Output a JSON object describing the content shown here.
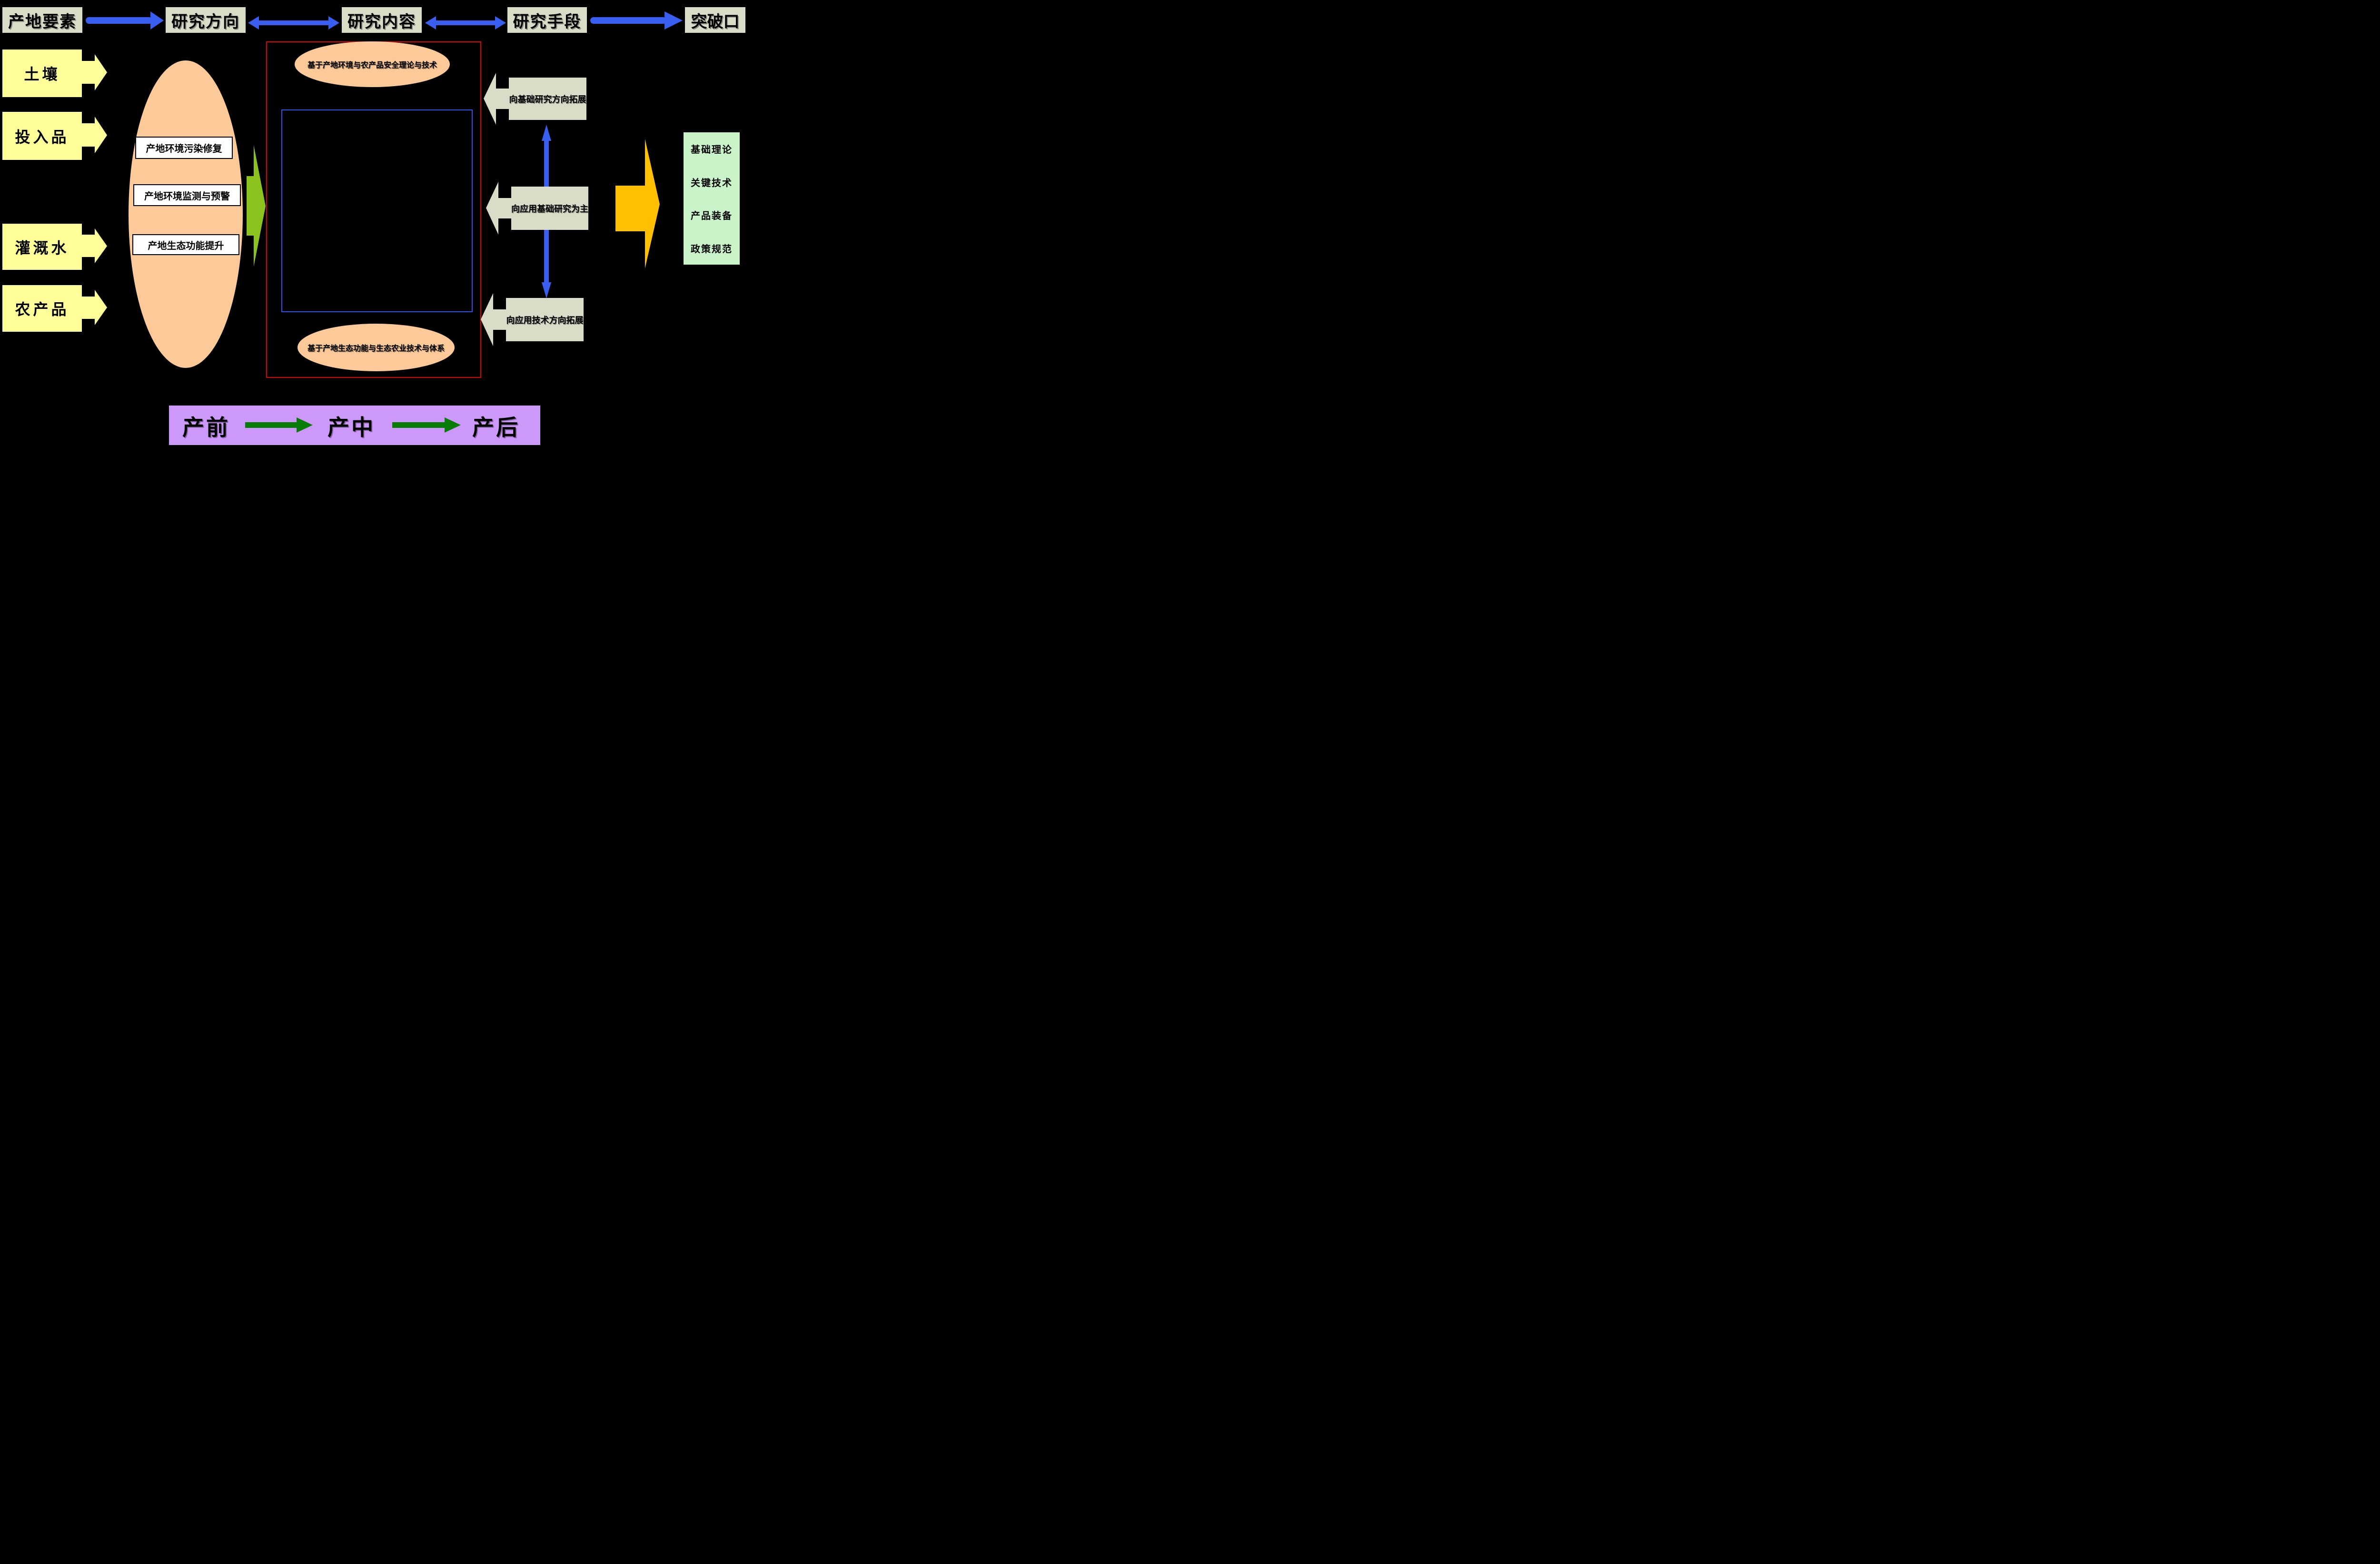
{
  "colors": {
    "bg": "#000000",
    "box_fill": "#d9ddc8",
    "yellow_fill": "#ffff99",
    "peach_fill": "#fcca98",
    "white_fill": "#ffffff",
    "red_border": "#dd0000",
    "blue_border": "#2d53ea",
    "blue_arrow": "#3a5ff0",
    "green_arrow": "#8cc21d",
    "orange_arrow": "#ffc000",
    "result_bg": "#c9f3c9",
    "purple_bg": "#cc99fa",
    "banner_arrow": "#077d07",
    "text": "#000000"
  },
  "top_row": {
    "boxes": [
      {
        "label": "产地要素"
      },
      {
        "label": "研究方向"
      },
      {
        "label": "研究内容"
      },
      {
        "label": "研究手段"
      },
      {
        "label": "突破口"
      }
    ]
  },
  "left_factors": {
    "items": [
      {
        "label": "土壤"
      },
      {
        "label": "投入品"
      },
      {
        "label": "灌溉水"
      },
      {
        "label": "农产品"
      }
    ]
  },
  "research_directions": {
    "items": [
      {
        "label": "产地环境污染修复"
      },
      {
        "label": "产地环境监测与预警"
      },
      {
        "label": "产地生态功能提升"
      }
    ]
  },
  "research_content": {
    "top_caption": "基于产地环境与农产品安全理论与技术",
    "bottom_caption": "基于产地生态功能与生态农业技术与体系"
  },
  "research_methods": {
    "items": [
      {
        "label": "向基础研究方向拓展"
      },
      {
        "label": "向应用基础研究为主"
      },
      {
        "label": "向应用技术方向拓展"
      }
    ]
  },
  "breakthroughs": {
    "items": [
      {
        "label": "基础理论"
      },
      {
        "label": "关键技术"
      },
      {
        "label": "产品装备"
      },
      {
        "label": "政策规范"
      }
    ]
  },
  "phases": {
    "items": [
      {
        "label": "产前"
      },
      {
        "label": "产中"
      },
      {
        "label": "产后"
      }
    ]
  }
}
